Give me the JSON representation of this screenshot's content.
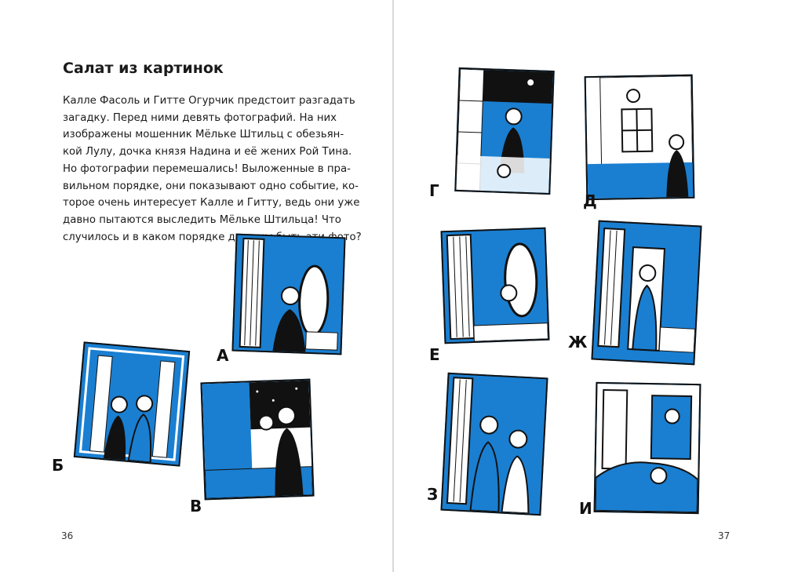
{
  "left_page": {
    "title": "Салат из картинок",
    "paragraph_lines": [
      "Калле Фасоль и Гитте Огурчик предстоит разгадать",
      "загадку. Перед ними девять фотографий. На них",
      "изображены мошенник Мёльке Штильц с обезьян-",
      "кой Лулу, дочка князя Надина и её жених Рой Тина.",
      "Но фотографии перемешались! Выложенные в пра-",
      "вильном порядке, они показывают одно событие, ко-",
      "торое очень интересует Калле и Гитту, ведь они уже",
      "давно пытаются выследить Мёльке Штильца! Что",
      "случилось и в каком порядке должны быть эти фото?"
    ],
    "page_number": "36"
  },
  "right_page": {
    "page_number": "37"
  },
  "photo_labels": {
    "a": "А",
    "b": "Б",
    "v": "В",
    "g": "Г",
    "d": "Д",
    "e": "Е",
    "zh": "Ж",
    "z": "З",
    "i": "И"
  },
  "colors": {
    "ink": "#111111",
    "blue": "#1a7fd1",
    "paper": "#ffffff",
    "spine": "#d9d9d9"
  }
}
